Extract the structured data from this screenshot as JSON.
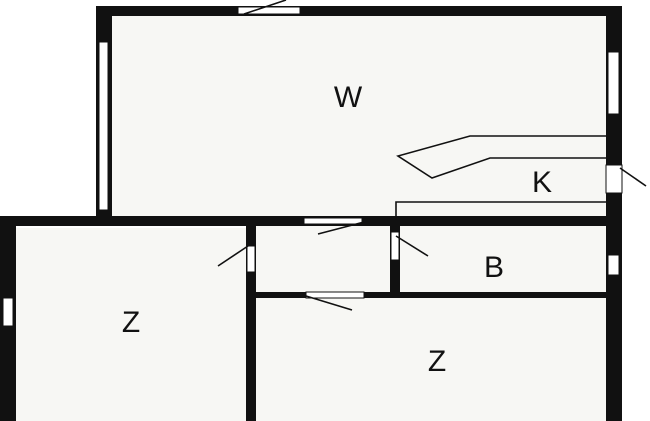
{
  "floorplan": {
    "rooms": [
      {
        "id": "living",
        "label": "W"
      },
      {
        "id": "kitchen",
        "label": "K"
      },
      {
        "id": "bath",
        "label": "B"
      },
      {
        "id": "bedroom-left",
        "label": "Z"
      },
      {
        "id": "bedroom-right",
        "label": "Z"
      }
    ],
    "colors": {
      "wall": "#111111",
      "floor": "#f7f7f4",
      "opening": "#ffffff"
    }
  }
}
